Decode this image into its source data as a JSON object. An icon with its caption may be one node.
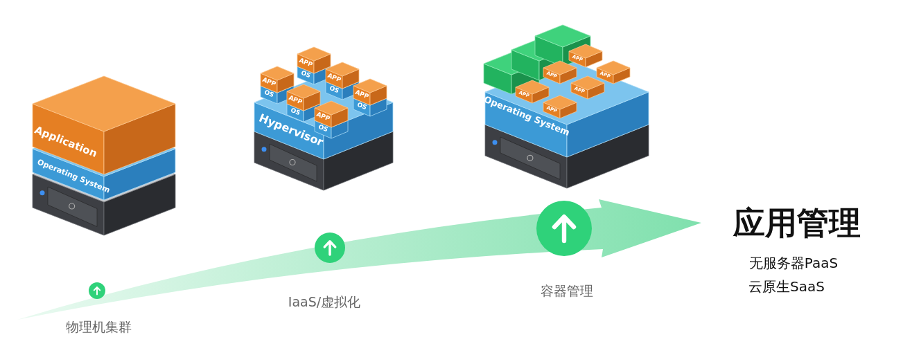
{
  "diagram": {
    "labels": [
      "Application",
      "Operating System",
      "APP",
      "OS",
      "APP",
      "OS",
      "APP",
      "OS",
      "APP",
      "OS",
      "APP",
      "OS",
      "APP",
      "OS",
      "Hypervisor",
      "APP",
      "APP",
      "APP",
      "APP",
      "APP",
      "APP",
      "Operating System",
      "物理机集群",
      "IaaS/虚拟化",
      "容器管理",
      "应用管理",
      "无服务器PaaS",
      "云原生SaaS"
    ]
  }
}
